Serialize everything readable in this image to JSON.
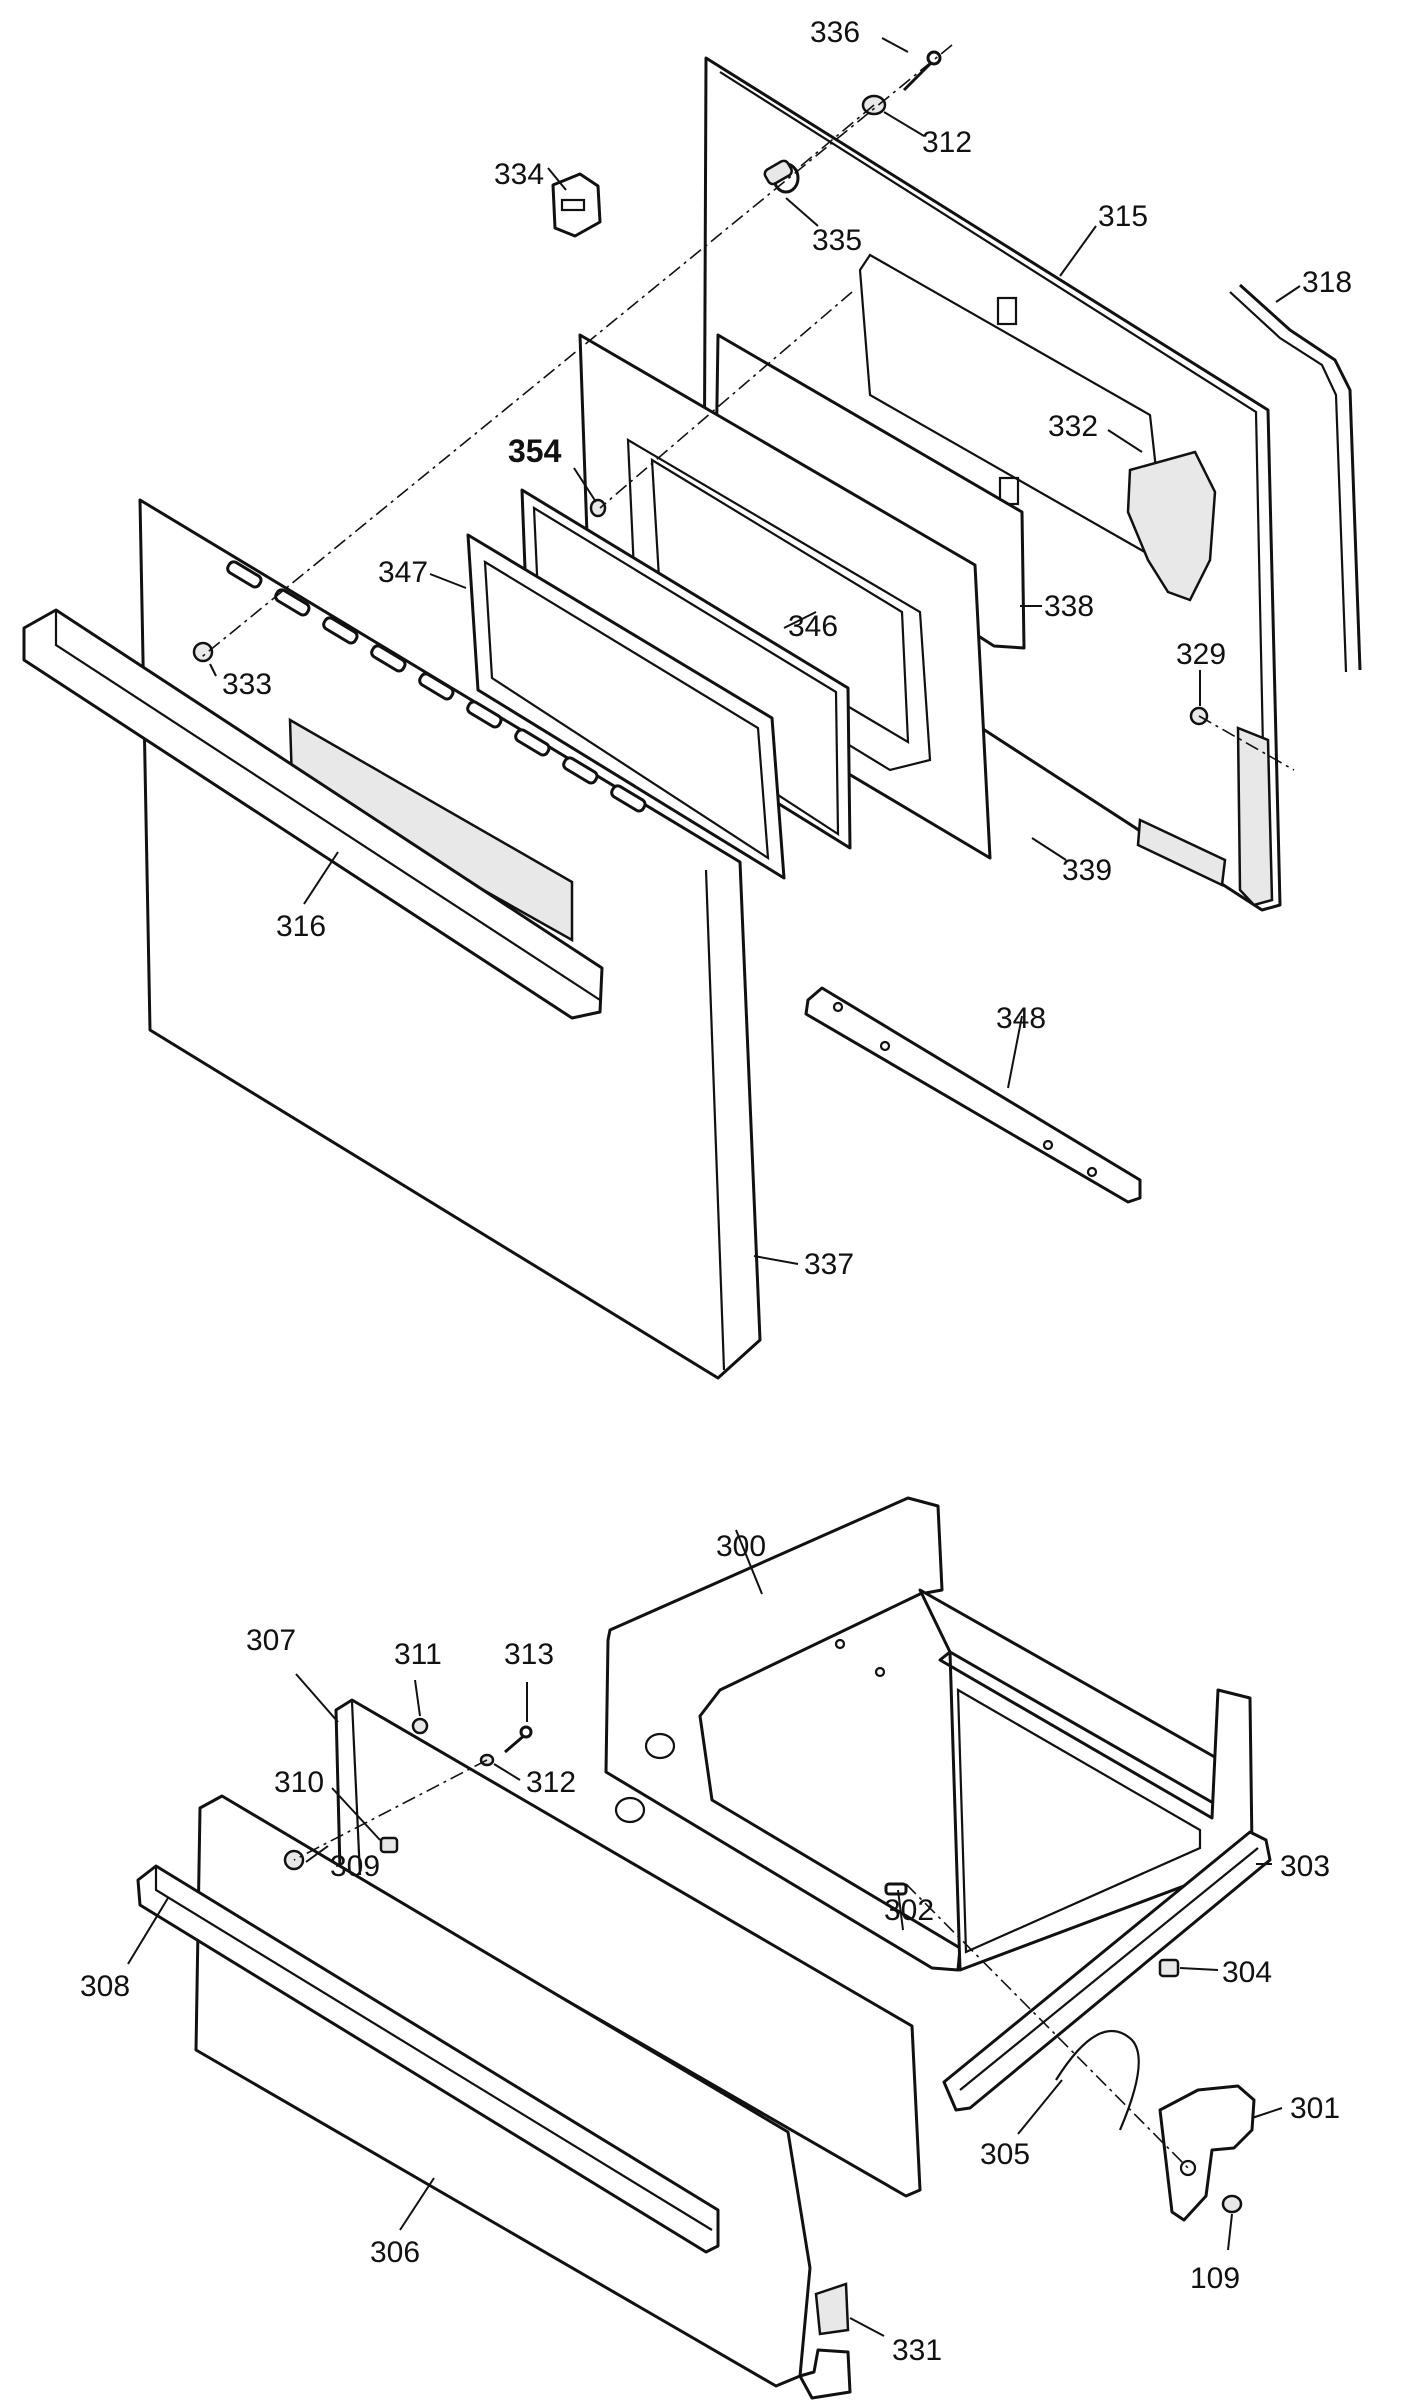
{
  "labels": {
    "p336": "336",
    "p312a": "312",
    "p334": "334",
    "p335": "335",
    "p315": "315",
    "p318": "318",
    "p354": "354",
    "p332": "332",
    "p347": "347",
    "p346": "346",
    "p338": "338",
    "p333": "333",
    "p329": "329",
    "p339": "339",
    "p316": "316",
    "p348": "348",
    "p337": "337",
    "p300": "300",
    "p307": "307",
    "p311": "311",
    "p313": "313",
    "p312b": "312",
    "p310": "310",
    "p303": "303",
    "p302": "302",
    "p308": "308",
    "p309": "309",
    "p304": "304",
    "p301": "301",
    "p305": "305",
    "p306": "306",
    "p109": "109",
    "p331": "331"
  }
}
